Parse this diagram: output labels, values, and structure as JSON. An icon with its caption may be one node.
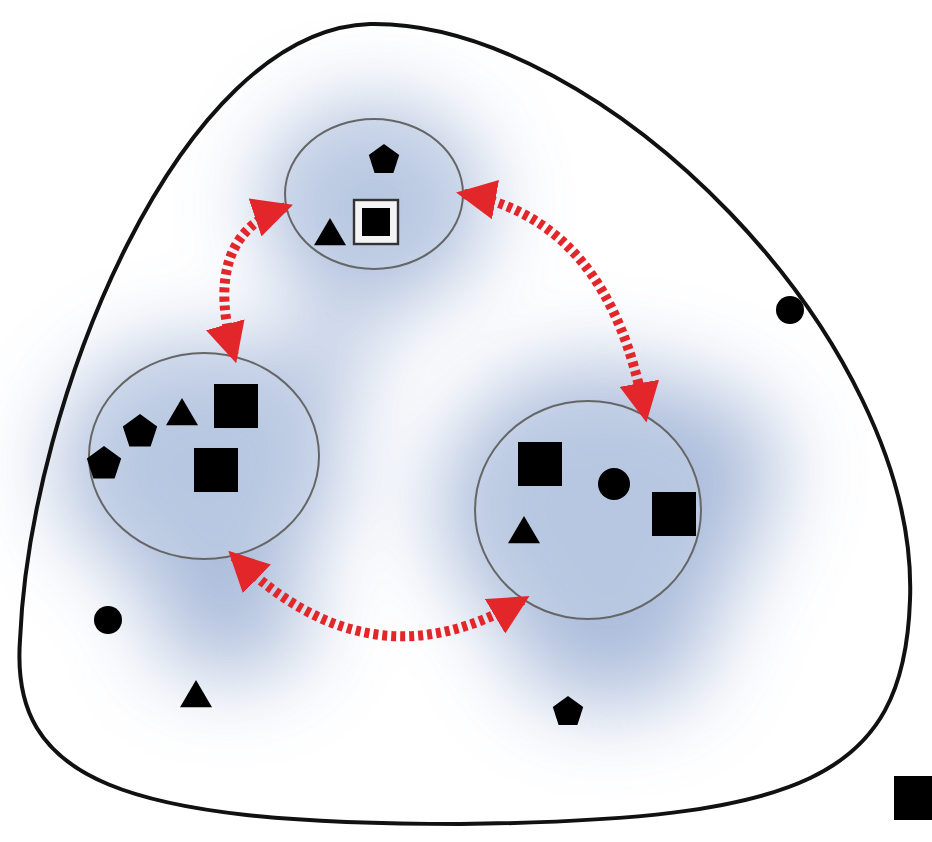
{
  "diagram": {
    "nodes": [
      {
        "text": [],
        "shape": "triangle"
      },
      {
        "text": [],
        "shape": "circle",
        "in": 0
      },
      {
        "text": [],
        "shape": "circle",
        "in": 0
      },
      {
        "text": [],
        "shape": "circle",
        "in": 0
      }
    ],
    "edges": [
      {
        "from": 1,
        "to": 2,
        "arrow": "both",
        "style": "dashed"
      },
      {
        "from": 1,
        "to": 3,
        "arrow": "both",
        "style": "dashed"
      },
      {
        "from": 2,
        "to": 3,
        "arrow": "both",
        "style": "dashed"
      }
    ]
  }
}
